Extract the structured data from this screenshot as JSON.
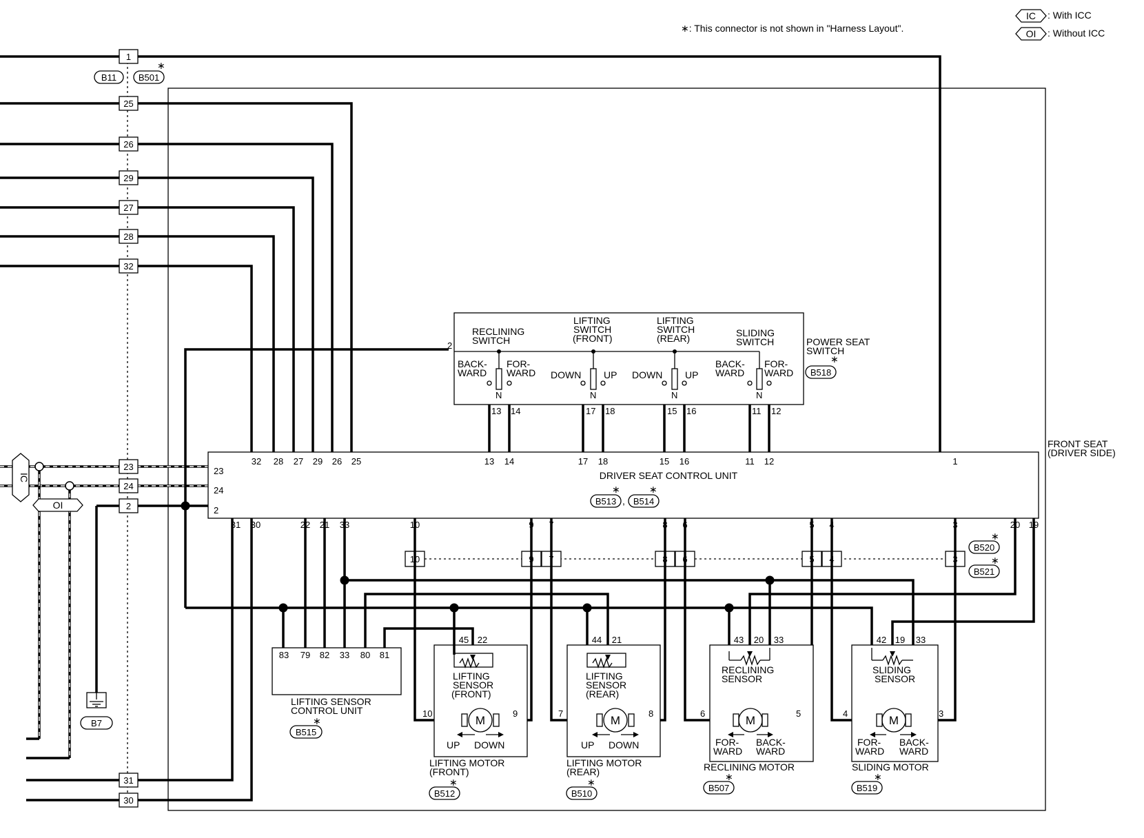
{
  "legend": {
    "star_note": "∗: This connector is not shown in \"Harness Layout\".",
    "ic_code": "IC",
    "ic_desc": ": With ICC",
    "oi_code": "OI",
    "oi_desc": ": Without ICC"
  },
  "connectors": {
    "b11": "B11",
    "b501": "B501",
    "b7": "B7",
    "b518": "B518",
    "b513": "B513",
    "b514": "B514",
    "b520": "B520",
    "b521": "B521",
    "b515": "B515",
    "b512": "B512",
    "b510": "B510",
    "b507": "B507",
    "b519": "B519",
    "star": "∗",
    "comma": ","
  },
  "harness_pins": [
    "1",
    "25",
    "26",
    "29",
    "27",
    "28",
    "32",
    "23",
    "24",
    "2",
    "31",
    "30"
  ],
  "front_seat": {
    "line1": "FRONT SEAT",
    "line2": "(DRIVER SIDE)"
  },
  "dscu": {
    "title": "DRIVER SEAT CONTROL UNIT",
    "top_pins": [
      "32",
      "28",
      "27",
      "29",
      "26",
      "25",
      "13",
      "14",
      "17",
      "18",
      "15",
      "16",
      "11",
      "12",
      "1"
    ],
    "left_pins": [
      "23",
      "24",
      "2"
    ],
    "bottom_pins": [
      "31",
      "30",
      "22",
      "21",
      "33",
      "10",
      "9",
      "7",
      "8",
      "6",
      "5",
      "4",
      "3",
      "20",
      "19"
    ]
  },
  "mid_connector_pins": [
    "10",
    "9",
    "7",
    "8",
    "6",
    "5",
    "4",
    "3"
  ],
  "oi_tag": "OI",
  "power_seat_switch": {
    "title_line1": "POWER SEAT",
    "title_line2": "SWITCH",
    "pin2": "2",
    "reclining": {
      "line1": "RECLINING",
      "line2": "SWITCH",
      "left1": "BACK-",
      "left2": "WARD",
      "right1": "FOR-",
      "right2": "WARD",
      "n": "N",
      "pins": [
        "13",
        "14"
      ]
    },
    "lift_front": {
      "line1": "LIFTING",
      "line2": "SWITCH",
      "line3": "(FRONT)",
      "left": "DOWN",
      "right": "UP",
      "n": "N",
      "pins": [
        "17",
        "18"
      ]
    },
    "lift_rear": {
      "line1": "LIFTING",
      "line2": "SWITCH",
      "line3": "(REAR)",
      "left": "DOWN",
      "right": "UP",
      "n": "N",
      "pins": [
        "15",
        "16"
      ]
    },
    "sliding": {
      "line1": "SLIDING",
      "line2": "SWITCH",
      "left1": "BACK-",
      "left2": "WARD",
      "right1": "FOR-",
      "right2": "WARD",
      "n": "N",
      "pins": [
        "11",
        "12"
      ]
    }
  },
  "lscu": {
    "line1": "LIFTING SENSOR",
    "line2": "CONTROL UNIT",
    "pins": [
      "83",
      "79",
      "82",
      "33",
      "80",
      "81"
    ]
  },
  "lift_front_motor": {
    "sensor_l1": "LIFTING",
    "sensor_l2": "SENSOR",
    "sensor_l3": "(FRONT)",
    "sensor_pins": [
      "45",
      "22"
    ],
    "motor_pins": [
      "10",
      "9"
    ],
    "m": "M",
    "dir_left": "UP",
    "dir_right": "DOWN",
    "name_l1": "LIFTING MOTOR",
    "name_l2": "(FRONT)"
  },
  "lift_rear_motor": {
    "sensor_l1": "LIFTING",
    "sensor_l2": "SENSOR",
    "sensor_l3": "(REAR)",
    "sensor_pins": [
      "44",
      "21"
    ],
    "motor_pins": [
      "7",
      "8"
    ],
    "m": "M",
    "dir_left": "UP",
    "dir_right": "DOWN",
    "name_l1": "LIFTING MOTOR",
    "name_l2": "(REAR)"
  },
  "reclining_motor": {
    "sensor_l1": "RECLINING",
    "sensor_l2": "SENSOR",
    "sensor_pins": [
      "43",
      "20",
      "33"
    ],
    "motor_pins": [
      "6",
      "5"
    ],
    "m": "M",
    "left1": "FOR-",
    "left2": "WARD",
    "right1": "BACK-",
    "right2": "WARD",
    "name": "RECLINING MOTOR"
  },
  "sliding_motor": {
    "sensor_l1": "SLIDING",
    "sensor_l2": "SENSOR",
    "sensor_pins": [
      "42",
      "19",
      "33"
    ],
    "motor_pins": [
      "4",
      "3"
    ],
    "m": "M",
    "left1": "FOR-",
    "left2": "WARD",
    "right1": "BACK-",
    "right2": "WARD",
    "name": "SLIDING MOTOR"
  }
}
